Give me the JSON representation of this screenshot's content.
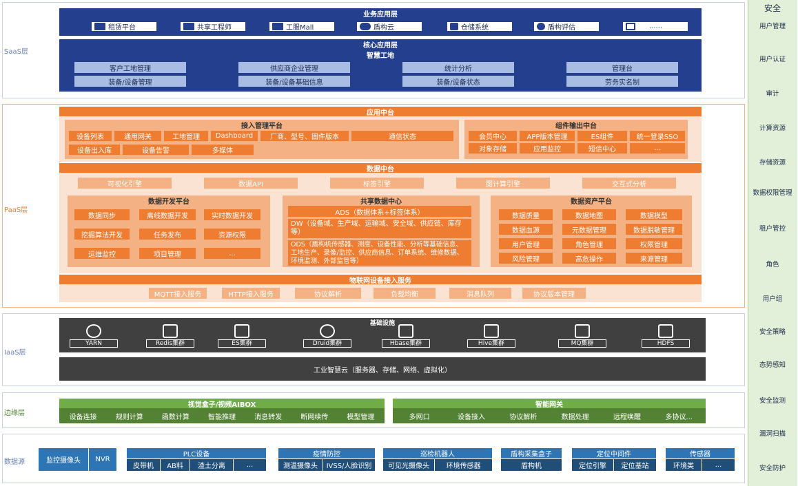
{
  "layers": {
    "saas": "SaaS层",
    "paas": "PaaS层",
    "iaas": "IaaS层",
    "edge": "边缘层",
    "datasource": "数据源"
  },
  "saas": {
    "biz_title": "业务应用层",
    "biz_items": [
      "租赁平台",
      "共享工程师",
      "工服Mall",
      "盾构云",
      "仓储系统",
      "盾构评估",
      "......"
    ],
    "core_title": "核心应用层",
    "core_subtitle": "智慧工地",
    "core_items": [
      "客户工地管理",
      "供应商企业管理",
      "统计分析",
      "管理台",
      "装备/设备管理",
      "装备/设备基础信息",
      "装备/设备状态",
      "劳务实名制"
    ]
  },
  "paas": {
    "app_title": "应用中台",
    "access_title": "接入管理平台",
    "access_row1": [
      "设备列表",
      "通用网关",
      "工地管理",
      "Dashboard",
      "厂商、型号、固件版本",
      "通信状态"
    ],
    "access_row2": [
      "设备出入库",
      "设备告警",
      "多媒体"
    ],
    "comp_title": "组件输出中台",
    "comp_row1": [
      "会员中心",
      "APP版本管理",
      "ES组件",
      "统一登录SSO"
    ],
    "comp_row2": [
      "对象存储",
      "应用监控",
      "短信中心",
      "..."
    ],
    "data_title": "数据中台",
    "engines": [
      "可视化引擎",
      "数据API",
      "标签引擎",
      "图计算引擎",
      "交互式分析"
    ],
    "dev_title": "数据开发平台",
    "dev_items": [
      "数据同步",
      "离线数据开发",
      "实时数据开发",
      "挖掘算法开发",
      "任务发布",
      "资源权限",
      "运维监控",
      "项目管理",
      "..."
    ],
    "share_title": "共享数据中心",
    "ads": "ADS（数据体系+标签体系）",
    "dw": "DW（设备域、生产域、运输域、安全域、供应链、库存等）",
    "ods": "ODS（盾构机传感器、测度、设备性能、分析等基础信息、工地生产、录像/监控、供应商信息、订单系统、维修数据、环境监测、外部监管等）",
    "asset_title": "数据资产平台",
    "asset_items": [
      "数据质量",
      "数据地图",
      "数据模型",
      "数据血源",
      "元数据管理",
      "数据脱敏管理",
      "用户管理",
      "角色管理",
      "权限管理",
      "风险管理",
      "高危操作",
      "来源管理"
    ],
    "iot_title": "物联网设备接入服务",
    "iot_items": [
      "MQTT接入服务",
      "HTTP接入服务",
      "协议解析",
      "负载均衡",
      "消息队列",
      "协议版本管理"
    ]
  },
  "iaas": {
    "infra_title": "基础设施",
    "nodes": [
      "YARN",
      "Redis集群",
      "ES集群",
      "Druid集群",
      "Hbase集群",
      "Hive集群",
      "MQ集群",
      "HDFS"
    ],
    "cloud": "工业智慧云（服务器、存储、网络、虚拟化）"
  },
  "edge": {
    "box_title": "视觉盒子/视频AIBOX",
    "box_items": [
      "设备连接",
      "规则计算",
      "函数计算",
      "智能推理",
      "消息转发",
      "断网续传",
      "模型管理"
    ],
    "gw_title": "智能网关",
    "gw_items": [
      "多网口",
      "设备接入",
      "协议解析",
      "数据处理",
      "远程唤醒",
      "多协议..."
    ]
  },
  "datasource": {
    "groups": [
      {
        "title": "",
        "items": [
          "监控摄像头",
          "NVR"
        ]
      },
      {
        "title": "PLC设备",
        "items": [
          "皮带机",
          "AB料",
          "渣土分离",
          "..."
        ]
      },
      {
        "title": "疫情防控",
        "items": [
          "测温摄像头",
          "IVSS/人脸识别"
        ]
      },
      {
        "title": "巡检机器人",
        "items": [
          "可见光摄像头",
          "环境传感器"
        ]
      },
      {
        "title": "盾构采集盒子",
        "items": [
          "盾构机"
        ]
      },
      {
        "title": "定位中间件",
        "items": [
          "定位引擎",
          "定位基站"
        ]
      },
      {
        "title": "传感器",
        "items": [
          "环境类",
          "..."
        ]
      }
    ]
  },
  "security": {
    "title": "安全",
    "items": [
      "用户管理",
      "用户认证",
      "审计",
      "计算资源",
      "存储资源",
      "数据权限管理",
      "租户管控",
      "角色",
      "用户组",
      "安全策略",
      "态势感知",
      "安全监测",
      "漏洞扫描",
      "安全防护"
    ]
  },
  "colors": {
    "saas": "#243f8e",
    "paas": "#ee7d31",
    "iaas": "#404040",
    "edge": "#70ad47",
    "datasource": "#2e75b6",
    "security": "#e2f0d9"
  }
}
